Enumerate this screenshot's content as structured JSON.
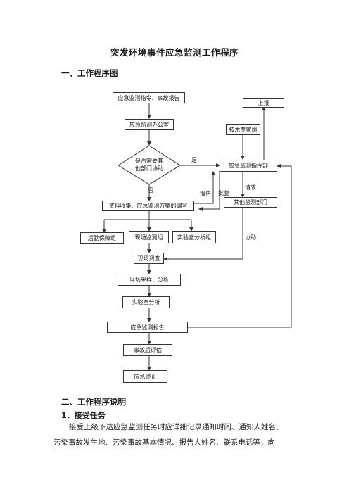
{
  "document": {
    "title": "突发环境事件应急监测工作程序",
    "section1_heading": "一、工作程序图",
    "section2_heading": "二、工作程序说明",
    "subsection1_heading": "1．接受任务",
    "body_line1": "接受上级下达应急监测任务时应详细记录通知时间、通知人姓名、",
    "body_line2": "污染事故发生地、污染事故基本情况、报告人姓名、联系电话等，向"
  },
  "flowchart": {
    "nodes": {
      "command": "应急监测指令、事故报告",
      "office": "应急监测办公室",
      "decision_line1": "是否需要其",
      "decision_line2": "他部门协助",
      "report_up": "上报",
      "experts": "技术专家组",
      "hq": "应急监测指挥部",
      "other_depts": "其他监测部门",
      "collect": "资料收集、应急监测方案的编写",
      "logistics": "后勤保障组",
      "field_team": "现场监测组",
      "lab_team": "实验室分析组",
      "survey": "现场调查",
      "sampling": "现场采样、分析",
      "lab": "实验室分析",
      "report": "应急监测报告",
      "post_eval": "事故后评估",
      "end": "应急终止"
    },
    "edges": {
      "yes": "是",
      "no": "否",
      "report": "报告",
      "approve": "批复",
      "request": "请求",
      "assist": "协助"
    }
  }
}
